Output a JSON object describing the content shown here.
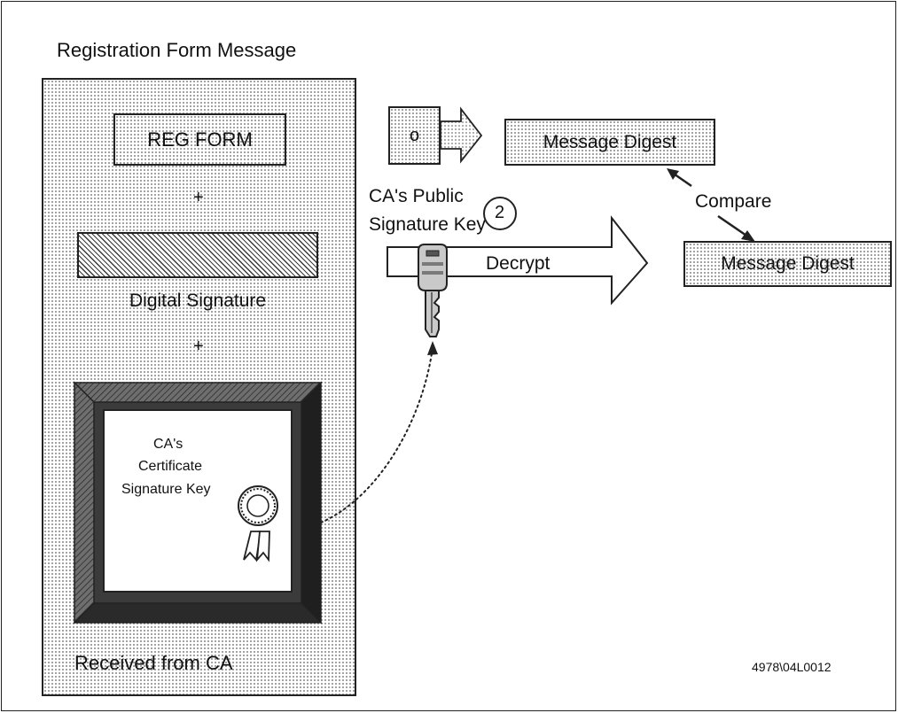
{
  "title": "Registration Form Message",
  "message_box": {
    "reg_form": "REG FORM",
    "plus_1": "+",
    "digital_signature": "Digital Signature",
    "plus_2": "+",
    "certificate": {
      "line1": "CA's",
      "line2": "Certificate",
      "line3": "Signature Key"
    }
  },
  "received_from": "Received from CA",
  "hash": {
    "symbol": "o",
    "digest_top": "Message Digest"
  },
  "key": {
    "line1": "CA's Public",
    "line2": "Signature Key",
    "step": "2"
  },
  "decrypt_label": "Decrypt",
  "compare_label": "Compare",
  "digest_bottom": "Message Digest",
  "figure_id": "4978\\04L0012",
  "icons": [
    "key-icon",
    "award-ribbon-icon",
    "hash-function-icon"
  ]
}
